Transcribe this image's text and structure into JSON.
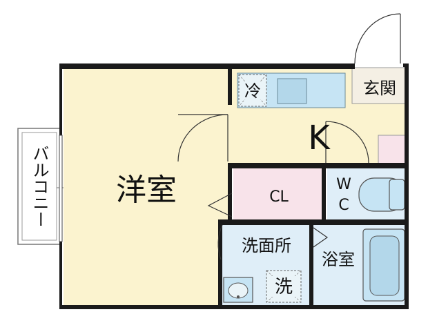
{
  "rooms": {
    "western_room": "洋室",
    "kitchen": "K",
    "closet": "CL",
    "toilet_line1": "W",
    "toilet_line2": "C",
    "washroom": "洗面所",
    "bathroom": "浴室",
    "entrance": "玄関",
    "balcony": "バルコニー"
  },
  "fixtures": {
    "fridge": "冷",
    "washer": "洗"
  },
  "colors": {
    "wall": "#1a1a1a",
    "western_floor": "#fbf3cf",
    "kitchen_floor": "#fbf3cf",
    "closet_floor": "#f8e3ea",
    "wet_area_floor": "#dfeef8",
    "entrance_floor": "#f4efe4",
    "fixture_blue": "#c6e4f4"
  }
}
